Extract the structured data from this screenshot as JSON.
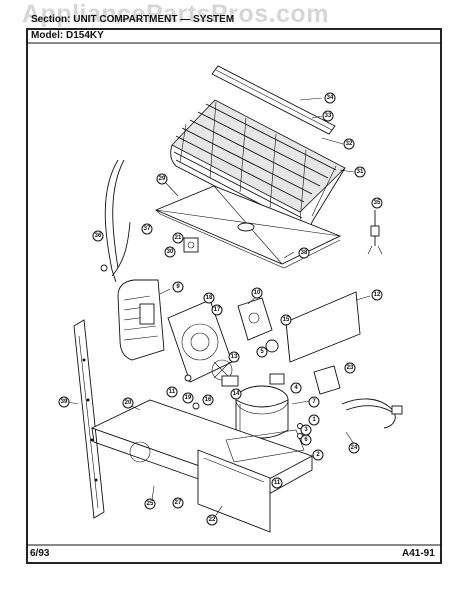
{
  "watermark": "AppliancePartsPros.com",
  "header": {
    "section_label": "Section:",
    "section_value": "UNIT COMPARTMENT — SYSTEM",
    "model_label": "Model:",
    "model_value": "D154KY"
  },
  "footer": {
    "date": "6/93",
    "page_code": "A41-91"
  },
  "callouts": [
    {
      "id": "c34",
      "num": "34"
    },
    {
      "id": "c33",
      "num": "33"
    },
    {
      "id": "c32",
      "num": "32"
    },
    {
      "id": "c31",
      "num": "31"
    },
    {
      "id": "c29",
      "num": "29"
    },
    {
      "id": "c35",
      "num": "35"
    },
    {
      "id": "c36",
      "num": "36"
    },
    {
      "id": "c37",
      "num": "37"
    },
    {
      "id": "c21",
      "num": "21"
    },
    {
      "id": "c30",
      "num": "30"
    },
    {
      "id": "c38",
      "num": "38"
    },
    {
      "id": "c9",
      "num": "9"
    },
    {
      "id": "c18",
      "num": "18"
    },
    {
      "id": "c10",
      "num": "10"
    },
    {
      "id": "c17",
      "num": "17"
    },
    {
      "id": "c12",
      "num": "12"
    },
    {
      "id": "c15",
      "num": "15"
    },
    {
      "id": "c5",
      "num": "5"
    },
    {
      "id": "c13",
      "num": "13"
    },
    {
      "id": "c23",
      "num": "23"
    },
    {
      "id": "c39",
      "num": "39"
    },
    {
      "id": "c20",
      "num": "20"
    },
    {
      "id": "c11",
      "num": "11"
    },
    {
      "id": "c19",
      "num": "19"
    },
    {
      "id": "c16",
      "num": "16"
    },
    {
      "id": "c14",
      "num": "14"
    },
    {
      "id": "c4",
      "num": "4"
    },
    {
      "id": "c7",
      "num": "7"
    },
    {
      "id": "c1",
      "num": "1"
    },
    {
      "id": "c3",
      "num": "3"
    },
    {
      "id": "c6",
      "num": "6"
    },
    {
      "id": "c24",
      "num": "24"
    },
    {
      "id": "c2",
      "num": "2"
    },
    {
      "id": "c25",
      "num": "25"
    },
    {
      "id": "c27",
      "num": "27"
    },
    {
      "id": "c11b",
      "num": "11"
    },
    {
      "id": "c22",
      "num": "22"
    }
  ]
}
